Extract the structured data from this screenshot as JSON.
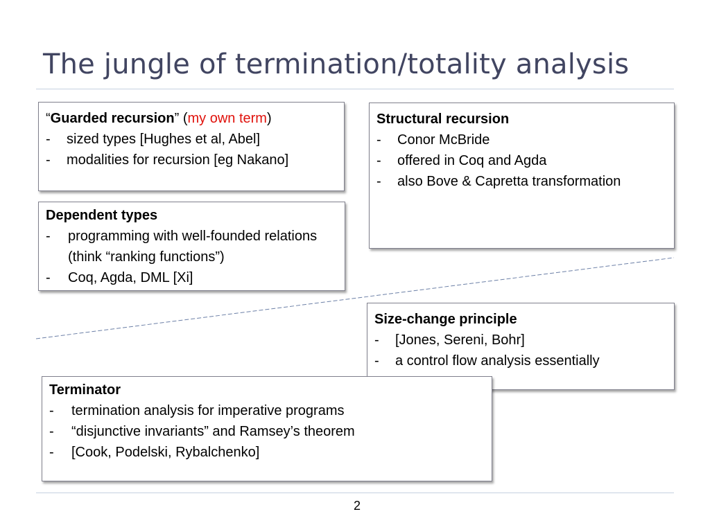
{
  "slide": {
    "title": "The jungle of termination/totality analysis",
    "page_number": "2"
  },
  "boxes": {
    "guarded": {
      "quote_open": "“",
      "heading": "Guarded recursion",
      "quote_close_paren": "” (",
      "note": "my own term",
      "paren_close": ")",
      "items": [
        "sized types [Hughes et al, Abel]",
        "modalities for recursion [eg Nakano]"
      ]
    },
    "structural": {
      "heading": "Structural recursion",
      "items": [
        "Conor McBride",
        "offered in Coq and Agda",
        "also Bove & Capretta transformation"
      ]
    },
    "dependent": {
      "heading": "Dependent types",
      "items": [
        "programming with well-founded relations (think “ranking functions”)",
        "Coq, Agda, DML [Xi]"
      ]
    },
    "sizechange": {
      "heading": "Size-change principle",
      "items": [
        "[Jones, Sereni, Bohr]",
        "a control flow analysis essentially"
      ]
    },
    "terminator": {
      "heading": "Terminator",
      "items": [
        "termination analysis for imperative programs",
        "“disjunctive invariants” and Ramsey’s theorem",
        "[Cook, Podelski, Rybalchenko]"
      ]
    }
  },
  "colors": {
    "title": "#414561",
    "highlight": "#e0120c",
    "rule": "#c5d1e0",
    "dashed_line": "#6b7fa6"
  }
}
